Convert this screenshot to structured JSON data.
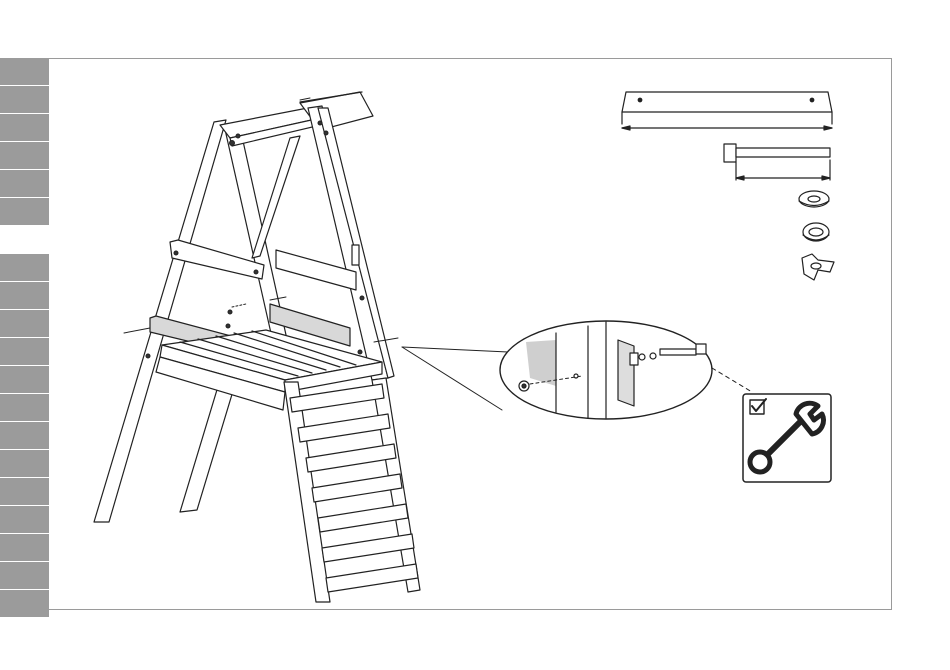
{
  "page": {
    "description_free": true,
    "sidebar": {
      "group_top_count": 6,
      "group_bottom_count": 13,
      "tab_color": "#9b9b9b",
      "divider_color": "#ffffff"
    },
    "parts": [
      {
        "name": "wooden-beam",
        "icon": "beam-icon"
      },
      {
        "name": "bolt",
        "icon": "bolt-icon"
      },
      {
        "name": "washer",
        "icon": "washer-icon"
      },
      {
        "name": "spring-washer",
        "icon": "spring-washer-icon"
      },
      {
        "name": "t-nut",
        "icon": "t-nut-icon"
      }
    ],
    "tool": {
      "name": "wrench",
      "icon": "wrench-icon",
      "checked": true
    }
  }
}
